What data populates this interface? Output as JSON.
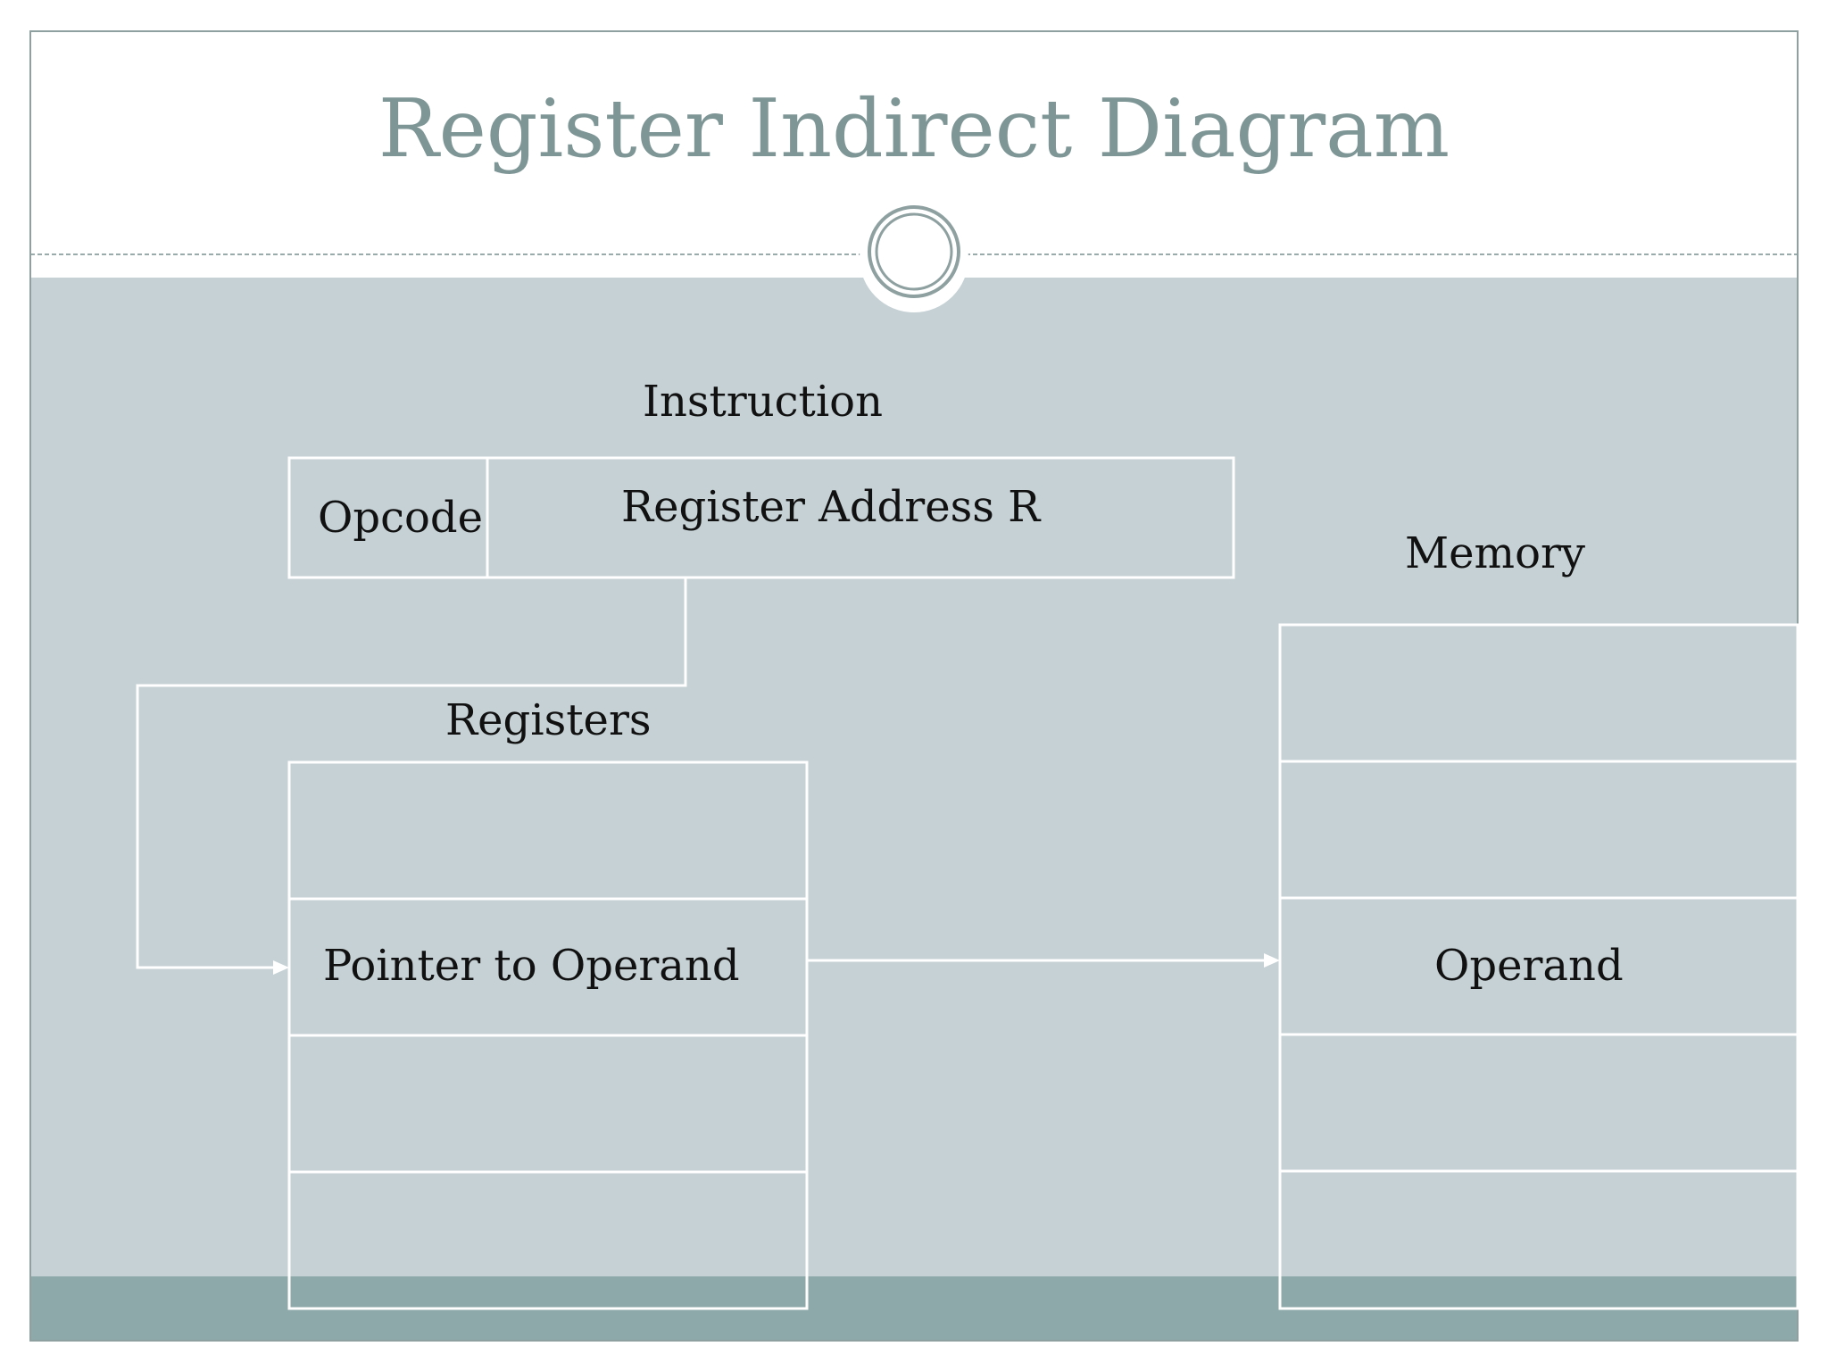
{
  "slide": {
    "title": "Register Indirect Diagram"
  },
  "diagram": {
    "instruction_label": "Instruction",
    "opcode_label": "Opcode",
    "register_address_label": "Register Address R",
    "registers_label": "Registers",
    "pointer_label": "Pointer to Operand",
    "memory_label": "Memory",
    "operand_label": "Operand"
  },
  "colors": {
    "title": "#7f9696",
    "content_background": "#c5d1d5",
    "footer_band": "#8ea9aa",
    "frame_border": "#8ea0a0",
    "diagram_lines": "#ffffff"
  },
  "icons": [
    "ring-ornament-icon"
  ]
}
